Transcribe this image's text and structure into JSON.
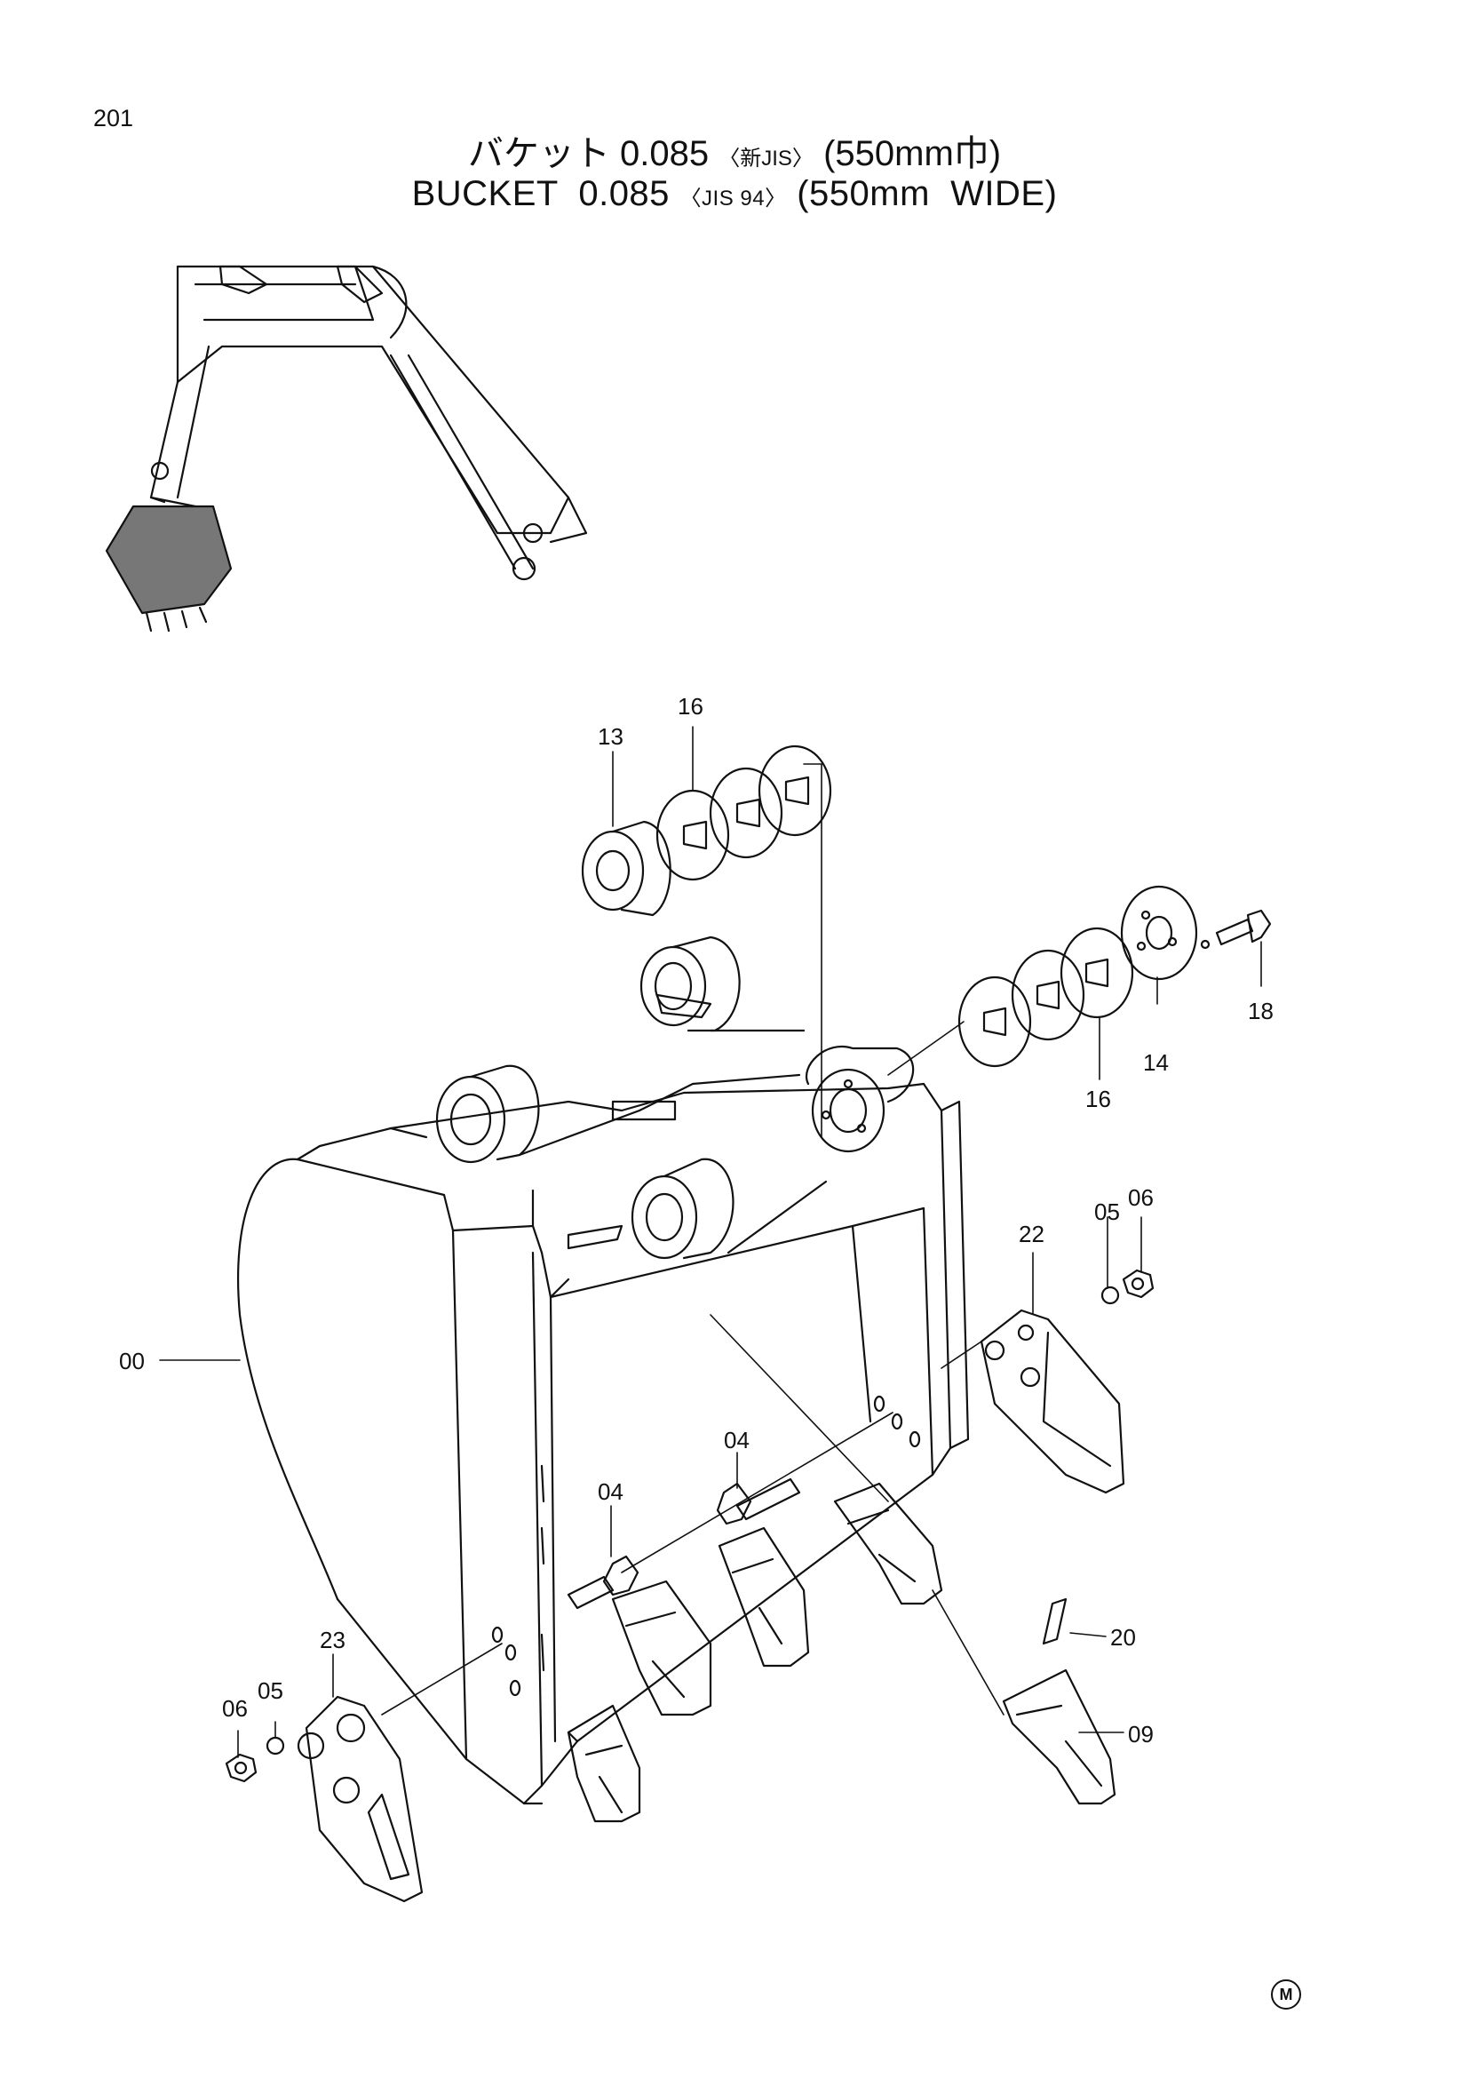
{
  "page_number": "201",
  "title": {
    "jp_main": "バケット 0.085",
    "jp_std": "〈新JIS〉",
    "jp_width": "(550mm巾)",
    "en_main": "BUCKET  0.085",
    "en_std": "〈JIS 94〉",
    "en_width": "(550mm  WIDE)"
  },
  "callouts": {
    "p00": "00",
    "p04a": "04",
    "p04b": "04",
    "p05a": "05",
    "p05b": "05",
    "p06a": "06",
    "p06b": "06",
    "p09": "09",
    "p13": "13",
    "p14": "14",
    "p16a": "16",
    "p16b": "16",
    "p18": "18",
    "p20": "20",
    "p22": "22",
    "p23": "23"
  },
  "corner_mark": "M"
}
